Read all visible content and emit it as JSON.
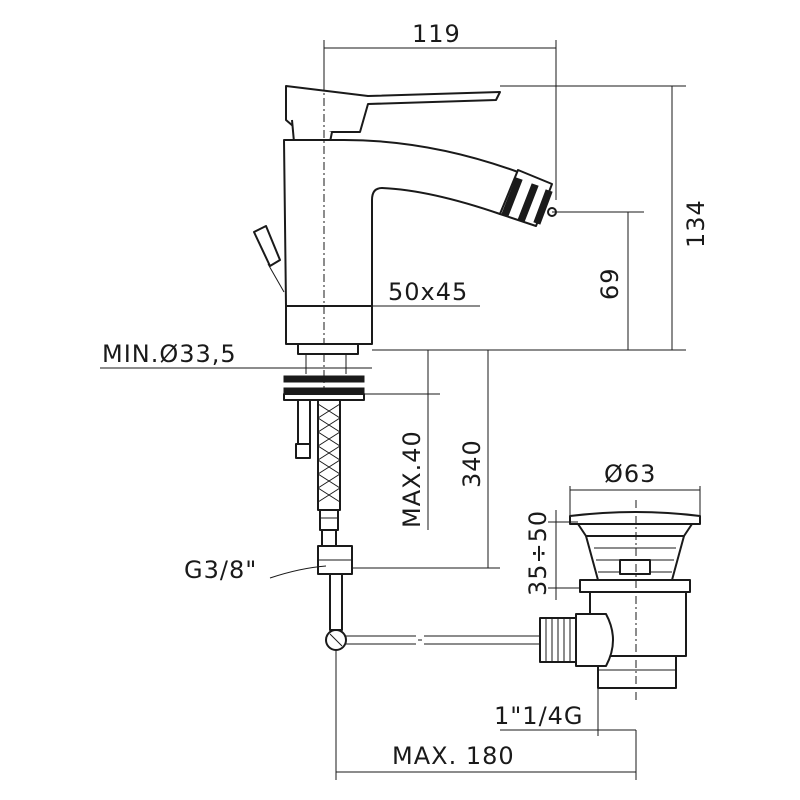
{
  "dimensions": {
    "body_width": "119",
    "overall_height": "134",
    "spout_height": "69",
    "base_size": "50x45",
    "hole_diameter": "MIN.Ø33,5",
    "deck_thickness": "MAX.40",
    "hose_length": "340",
    "connection_thread": "G3/8\"",
    "waste_diameter": "Ø63",
    "waste_range": "35÷50",
    "waste_thread": "1\"1/4G",
    "rod_length": "MAX. 180"
  },
  "colors": {
    "line": "#1a1a1a",
    "background": "#ffffff"
  }
}
